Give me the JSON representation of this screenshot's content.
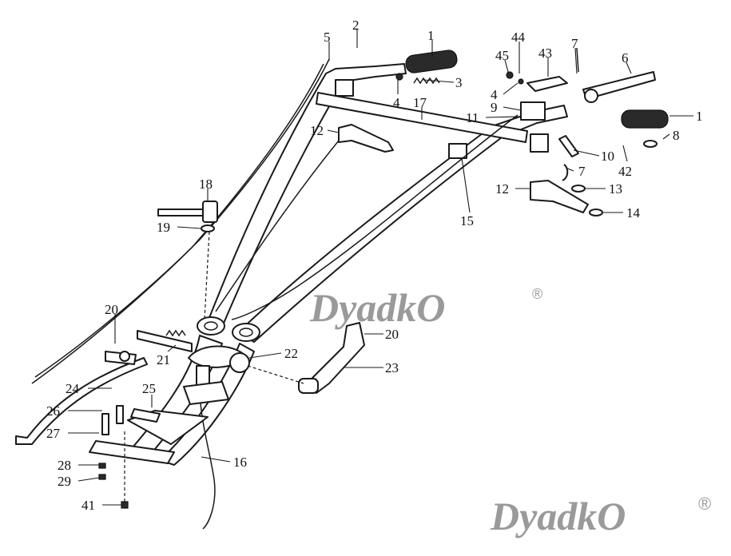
{
  "watermark": {
    "text": "DyadkO",
    "mark": "®"
  },
  "callouts": [
    {
      "id": "c1a",
      "text": "1"
    },
    {
      "id": "c2",
      "text": "2"
    },
    {
      "id": "c5",
      "text": "5"
    },
    {
      "id": "c3",
      "text": "3"
    },
    {
      "id": "c4a",
      "text": "4"
    },
    {
      "id": "c17",
      "text": "17"
    },
    {
      "id": "c44",
      "text": "44"
    },
    {
      "id": "c45",
      "text": "45"
    },
    {
      "id": "c43",
      "text": "43"
    },
    {
      "id": "c7a",
      "text": "7"
    },
    {
      "id": "c6",
      "text": "6"
    },
    {
      "id": "c4b",
      "text": "4"
    },
    {
      "id": "c9",
      "text": "9"
    },
    {
      "id": "c11",
      "text": "11"
    },
    {
      "id": "c1b",
      "text": "1"
    },
    {
      "id": "c8",
      "text": "8"
    },
    {
      "id": "c12a",
      "text": "12"
    },
    {
      "id": "c10",
      "text": "10"
    },
    {
      "id": "c42",
      "text": "42"
    },
    {
      "id": "c7b",
      "text": "7"
    },
    {
      "id": "c12b",
      "text": "12"
    },
    {
      "id": "c13",
      "text": "13"
    },
    {
      "id": "c14",
      "text": "14"
    },
    {
      "id": "c15",
      "text": "15"
    },
    {
      "id": "c18",
      "text": "18"
    },
    {
      "id": "c19",
      "text": "19"
    },
    {
      "id": "c20a",
      "text": "20"
    },
    {
      "id": "c20b",
      "text": "20"
    },
    {
      "id": "c21",
      "text": "21"
    },
    {
      "id": "c22",
      "text": "22"
    },
    {
      "id": "c23",
      "text": "23"
    },
    {
      "id": "c24",
      "text": "24"
    },
    {
      "id": "c25",
      "text": "25"
    },
    {
      "id": "c26",
      "text": "26"
    },
    {
      "id": "c27",
      "text": "27"
    },
    {
      "id": "c28",
      "text": "28"
    },
    {
      "id": "c29",
      "text": "29"
    },
    {
      "id": "c16",
      "text": "16"
    },
    {
      "id": "c41",
      "text": "41"
    }
  ]
}
